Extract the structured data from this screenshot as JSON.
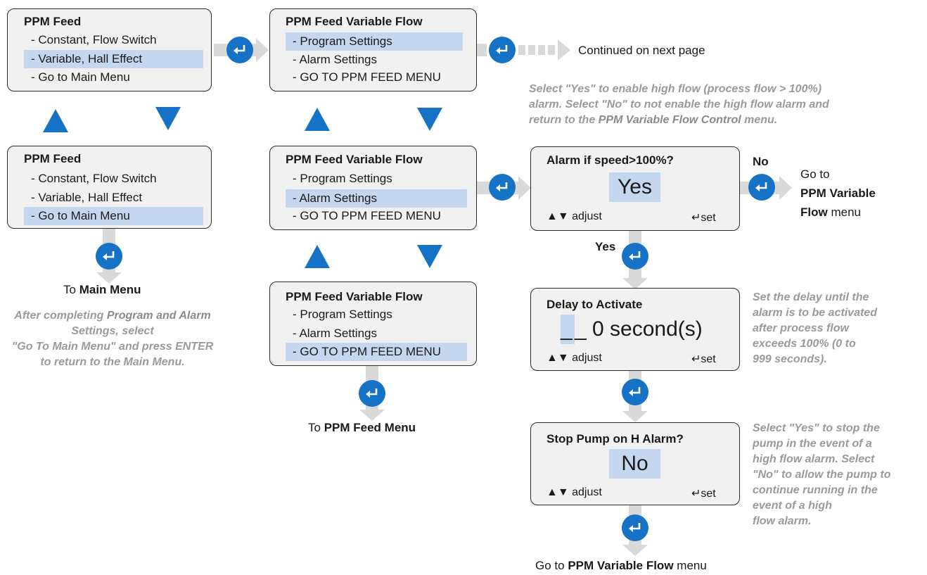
{
  "colors": {
    "enter_button": "#1572c4",
    "highlight": "#c5d7ee",
    "arrow_gray": "#d9d9d9",
    "nav_arrow": "#1572c4",
    "note_gray": "#9a9a9a"
  },
  "ppm_feed_1": {
    "title": "PPM Feed",
    "items": [
      "- Constant, Flow Switch",
      "- Variable, Hall Effect",
      "- Go to Main Menu"
    ]
  },
  "ppm_feed_2": {
    "title": "PPM Feed",
    "items": [
      "- Constant, Flow Switch",
      "- Variable, Hall Effect",
      "- Go to Main Menu"
    ]
  },
  "vflow_1": {
    "title": "PPM Feed Variable Flow",
    "items": [
      "- Program Settings",
      "- Alarm Settings",
      "- GO TO PPM FEED MENU"
    ]
  },
  "vflow_2": {
    "title": "PPM Feed Variable Flow",
    "items": [
      "- Program Settings",
      "- Alarm Settings",
      "- GO TO PPM FEED MENU"
    ]
  },
  "vflow_3": {
    "title": "PPM Feed Variable Flow",
    "items": [
      "- Program Settings",
      "- Alarm Settings",
      "- GO TO PPM FEED MENU"
    ]
  },
  "alarm_speed": {
    "title": "Alarm if speed>100%?",
    "value": "Yes",
    "adjust": "▲▼ adjust",
    "set": "↵set"
  },
  "delay": {
    "title": "Delay to Activate",
    "cursor": "_",
    "value": "_ 0 second(s)",
    "adjust": "▲▼ adjust",
    "set": "↵set"
  },
  "stop_pump": {
    "title": "Stop Pump on H Alarm?",
    "value": "No",
    "adjust": "▲▼ adjust",
    "set": "↵set"
  },
  "labels": {
    "continued": "Continued on next page",
    "to": "To",
    "main_menu": "Main Menu",
    "ppm_feed_menu": "PPM Feed Menu",
    "no": "No",
    "yes": "Yes",
    "go_to": "Go to",
    "ppm_variable": "PPM Variable",
    "flow": "Flow",
    "menu": "menu",
    "bottom_go_to": "Go to",
    "bottom_ppm_variable_flow": "PPM Variable Flow",
    "bottom_menu": "menu"
  },
  "notes": {
    "main_menu_note": {
      "l1a": "After completing ",
      "l1b": "Program and Alarm",
      "l2a": "Settings,",
      "l2b": " select",
      "l3a": "\"Go To Main Menu\"",
      "l3b": " and press ENTER",
      "l4a": "to return to the ",
      "l4b": "Main Menu."
    },
    "high_flow_note": {
      "l1": "Select \"Yes\" to enable high flow (process flow > 100%)",
      "l2": "alarm. Select \"No\" to not enable the high flow alarm and",
      "l3a": "return to the ",
      "l3b": "PPM Variable Flow Control",
      "l3c": " menu."
    },
    "delay_note": [
      "Set the delay until the",
      "alarm is to be activated",
      "after process flow",
      "exceeds 100% (0 to",
      "999 seconds)."
    ],
    "stop_note": [
      "Select \"Yes\" to stop the",
      "pump in the event of a",
      "high flow alarm. Select",
      "\"No\" to allow the pump to",
      "continue running in the",
      "event of a high",
      "flow alarm."
    ]
  }
}
